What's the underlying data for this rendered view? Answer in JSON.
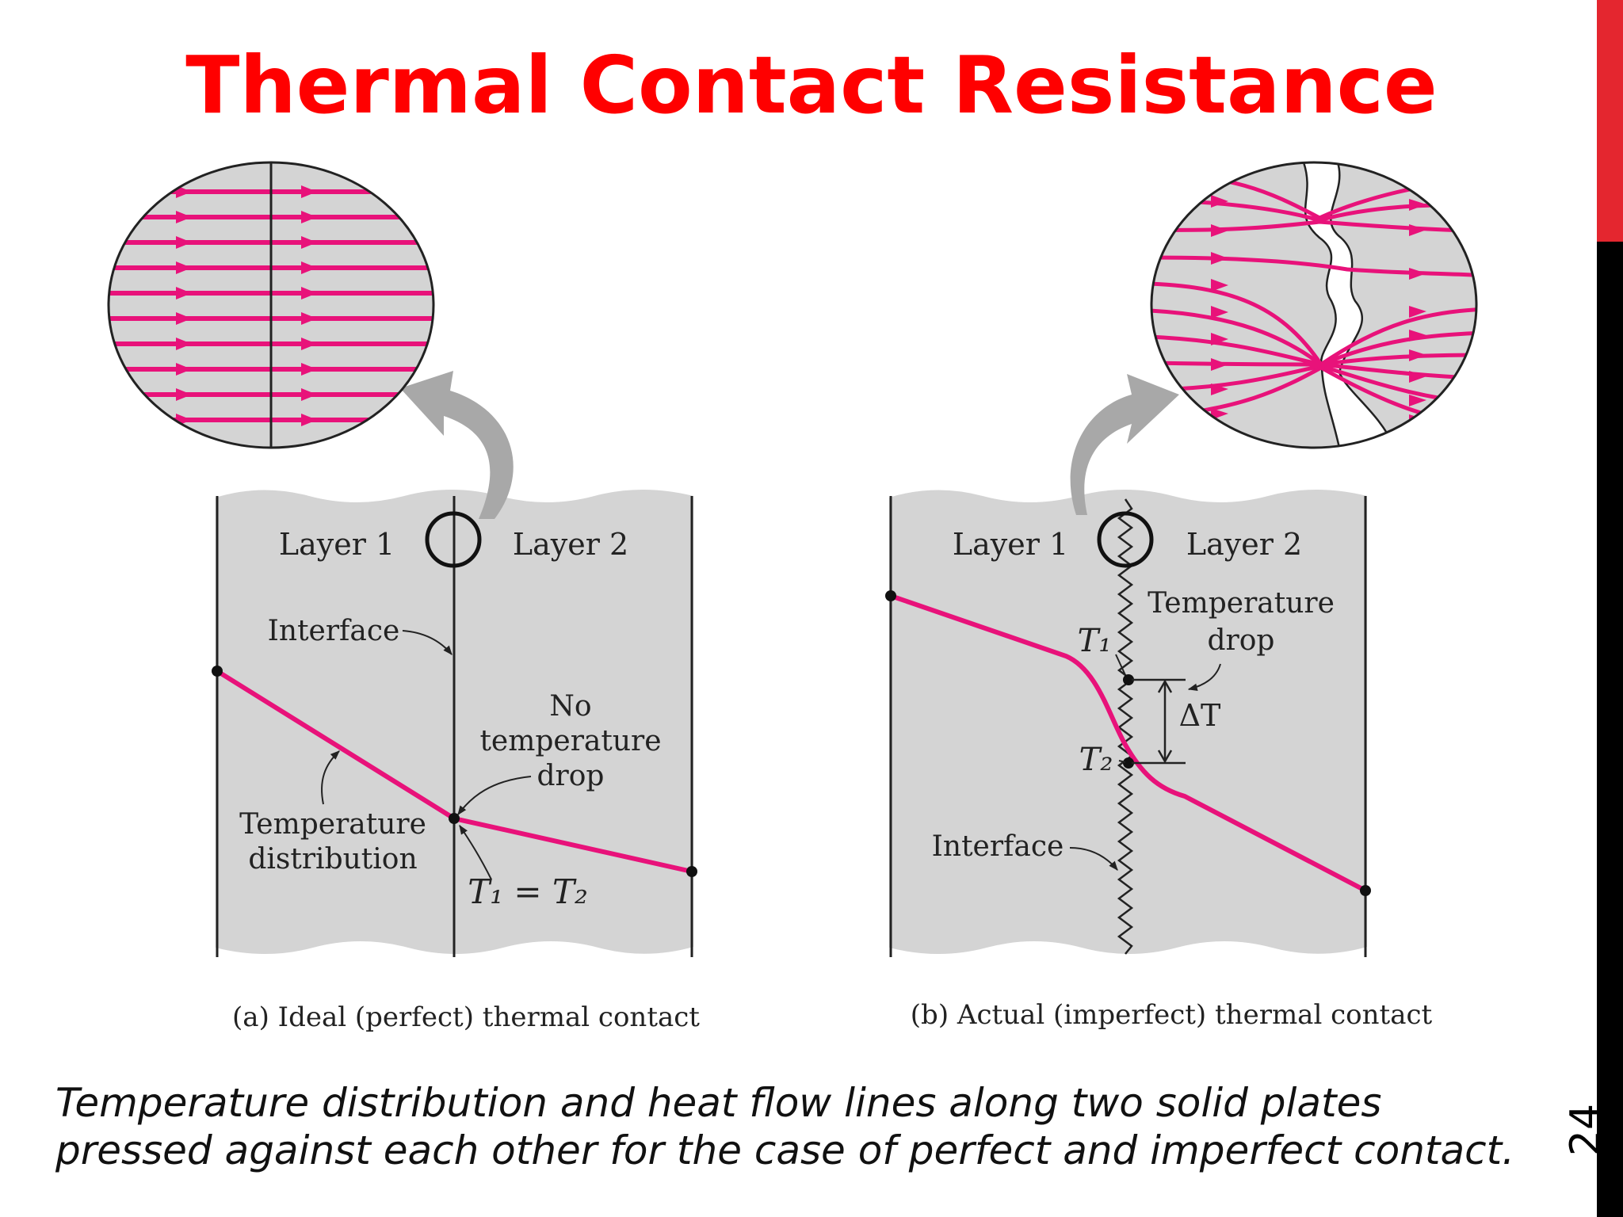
{
  "title": "Thermal Contact Resistance",
  "page_number": "24",
  "caption": {
    "line1": "Temperature distribution and heat flow lines along two solid plates",
    "line2": "pressed against each other for the case of perfect and imperfect contact."
  },
  "panel_a": {
    "layer1": "Layer 1",
    "layer2": "Layer 2",
    "interface": "Interface",
    "no_temp_line1": "No",
    "no_temp_line2": "temperature",
    "no_temp_line3": "drop",
    "temp_dist_line1": "Temperature",
    "temp_dist_line2": "distribution",
    "equation": "T₁ = T₂",
    "subcaption": "(a) Ideal (perfect) thermal contact"
  },
  "panel_b": {
    "layer1": "Layer 1",
    "layer2": "Layer 2",
    "temp_drop_line1": "Temperature",
    "temp_drop_line2": "drop",
    "t1": "T₁",
    "t2": "T₂",
    "delta_t": "ΔT",
    "interface": "Interface",
    "subcaption": "(b) Actual (imperfect) thermal contact"
  },
  "colors": {
    "title": "#ff0000",
    "heat_line": "#e8127a",
    "plate_fill": "#d4d4d4",
    "arrow_fill": "#a8a8a8",
    "sidebar_red": "#e4262f",
    "sidebar_black": "#000000"
  }
}
